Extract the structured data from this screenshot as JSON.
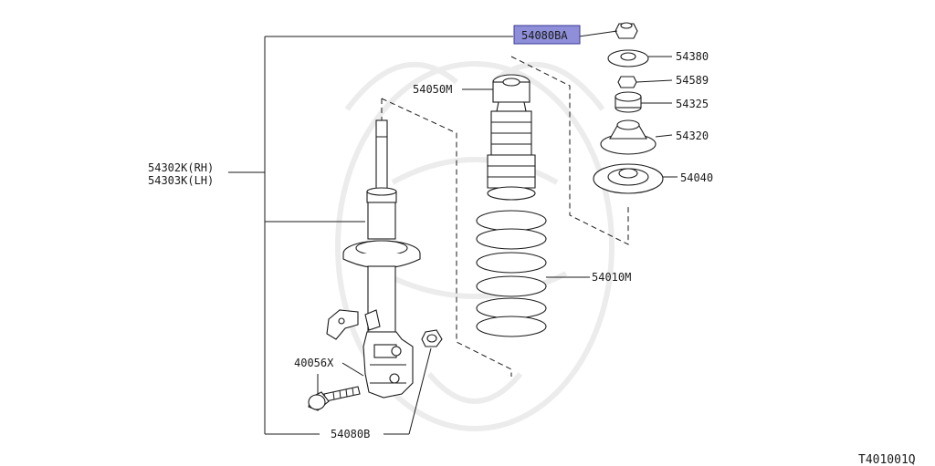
{
  "labels": {
    "strut_rh": "54302K(RH)",
    "strut_lh": "54303K(LH)",
    "strut_nut": "54080BA",
    "washer": "54380",
    "small_nut": "54589",
    "bushing": "54325",
    "mount": "54320",
    "seat": "54040",
    "bump_stop": "54050M",
    "coil_spring": "54010M",
    "bolt": "40056X",
    "lower_nut": "54080B"
  },
  "figure_code": "T401001Q",
  "colors": {
    "highlight_fill": "#8e8fd8",
    "highlight_border": "#3a3a9a",
    "line": "#1a1a1a",
    "watermark": "#ececec"
  }
}
